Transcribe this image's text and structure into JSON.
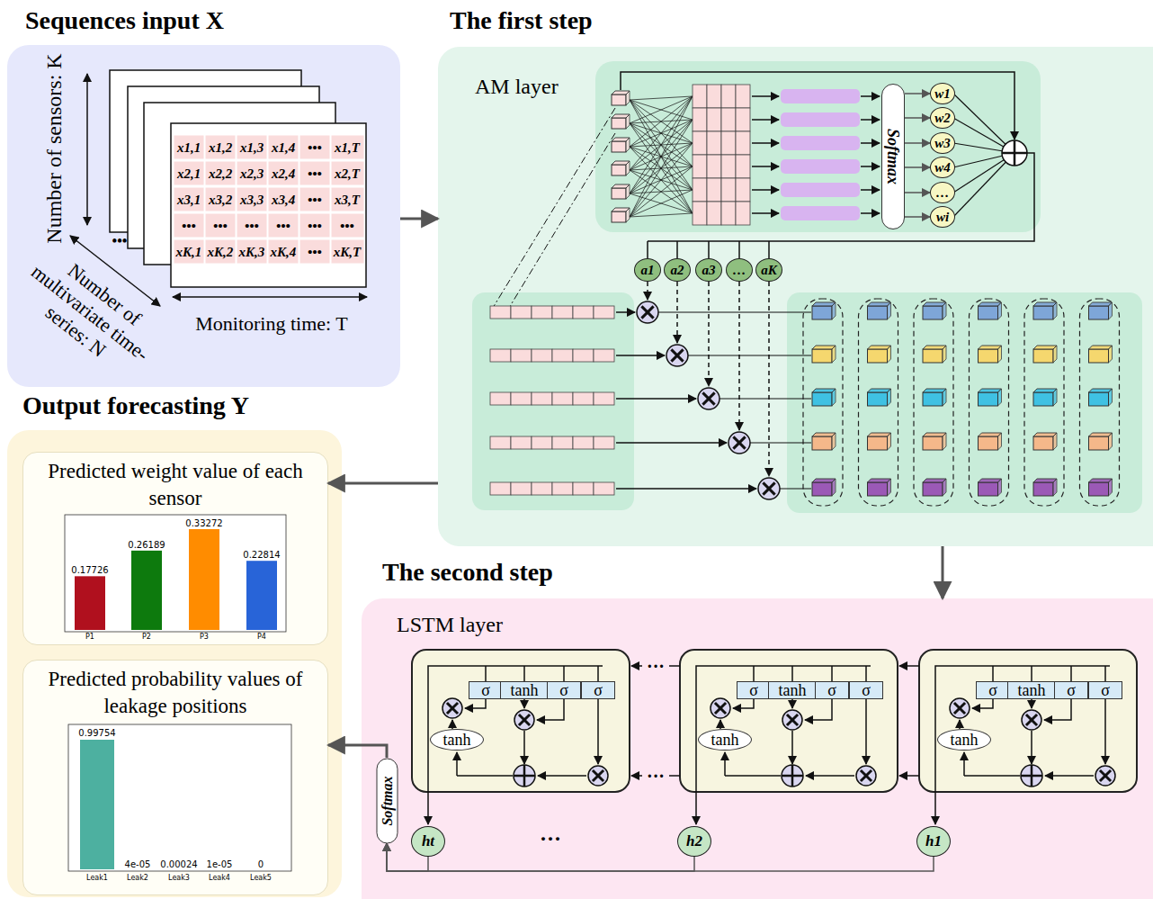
{
  "diagram": {
    "nodes": [
      {
        "text": [
          "Sequences input X"
        ]
      },
      {
        "text": [
          "The first step"
        ]
      },
      {
        "text": [
          "AM layer"
        ],
        "in": 1
      },
      {
        "text": [
          "Softmax"
        ],
        "in": 2
      },
      {
        "text": [
          "w1"
        ],
        "in": 2
      },
      {
        "text": [
          "w2"
        ],
        "in": 2
      },
      {
        "text": [
          "w3"
        ],
        "in": 2
      },
      {
        "text": [
          "w4"
        ],
        "in": 2
      },
      {
        "text": [
          "…"
        ],
        "in": 2
      },
      {
        "text": [
          "wi"
        ],
        "in": 2
      },
      {
        "text": [
          "a1"
        ],
        "in": 1
      },
      {
        "text": [
          "a2"
        ],
        "in": 1
      },
      {
        "text": [
          "a3"
        ],
        "in": 1
      },
      {
        "text": [
          "…"
        ],
        "in": 1
      },
      {
        "text": [
          "aK"
        ],
        "in": 1
      },
      {
        "text": [
          "Output forecasting Y"
        ]
      },
      {
        "text": [
          "Predicted weight value of each sensor"
        ],
        "in": 15
      },
      {
        "text": [
          "Predicted probability values of leakage positions"
        ],
        "in": 15
      },
      {
        "text": [
          "The second step"
        ]
      },
      {
        "text": [
          "σ"
        ],
        "in": 18
      },
      {
        "text": [
          "tanh"
        ],
        "in": 18
      },
      {
        "text": [
          "σ"
        ],
        "in": 18
      },
      {
        "text": [
          "σ"
        ],
        "in": 18
      },
      {
        "text": [
          "tanh"
        ],
        "in": 18
      },
      {
        "text": [
          "σ"
        ],
        "in": 18
      },
      {
        "text": [
          "tanh"
        ],
        "in": 18
      },
      {
        "text": [
          "σ"
        ],
        "in": 18
      },
      {
        "text": [
          "σ"
        ],
        "in": 18
      },
      {
        "text": [
          "tanh"
        ],
        "in": 18
      },
      {
        "text": [
          "σ"
        ],
        "in": 18
      },
      {
        "text": [
          "tanh"
        ],
        "in": 18
      },
      {
        "text": [
          "σ"
        ],
        "in": 18
      },
      {
        "text": [
          "σ"
        ],
        "in": 18
      },
      {
        "text": [
          "tanh"
        ],
        "in": 18
      },
      {
        "text": [
          "ht"
        ],
        "in": 18
      },
      {
        "text": [
          "h2"
        ],
        "in": 18
      },
      {
        "text": [
          "h1"
        ],
        "in": 18
      },
      {
        "text": [
          "Softmax"
        ],
        "in": 18
      }
    ],
    "edges": [
      {
        "from": 0,
        "to": 1,
        "arrow": "to"
      },
      {
        "from": 1,
        "to": 16,
        "arrow": "to"
      },
      {
        "from": 1,
        "to": 18,
        "arrow": "to"
      },
      {
        "from": 3,
        "to": 4,
        "arrow": "to"
      },
      {
        "from": 3,
        "to": 5,
        "arrow": "to"
      },
      {
        "from": 3,
        "to": 6,
        "arrow": "to"
      },
      {
        "from": 3,
        "to": 7,
        "arrow": "to"
      },
      {
        "from": 3,
        "to": 8,
        "arrow": "to"
      },
      {
        "from": 3,
        "to": 9,
        "arrow": "to"
      },
      {
        "from": 37,
        "to": 17,
        "arrow": "to"
      },
      {
        "from": 34,
        "to": 37,
        "arrow": "to"
      },
      {
        "from": 35,
        "to": 37,
        "arrow": "to"
      },
      {
        "from": 36,
        "to": 37,
        "arrow": "to"
      }
    ],
    "labels": [
      "Number of sensors: K",
      "Number of multivariate time-series: N",
      "Monitoring time: T",
      "•••",
      "x1,1",
      "x1,2",
      "x1,3",
      "x1,4",
      "•••",
      "x1,T",
      "x2,1",
      "x2,2",
      "x2,3",
      "x2,4",
      "•••",
      "x2,T",
      "x3,1",
      "x3,2",
      "x3,3",
      "x3,4",
      "•••",
      "x3,T",
      "•••",
      "•••",
      "•••",
      "•••",
      "•••",
      "•••",
      "xK,1",
      "xK,2",
      "xK,3",
      "xK,4",
      "•••",
      "xK,T",
      "0.17726",
      "0.26189",
      "0.33272",
      "0.22814",
      "P1",
      "P2",
      "P3",
      "P4",
      "0.99754",
      "4e-05",
      "0.00024",
      "1e-05",
      "0",
      "Leak1",
      "Leak2",
      "Leak3",
      "Leak4",
      "Leak5",
      "LSTM layer",
      "···",
      "···",
      "···"
    ]
  }
}
